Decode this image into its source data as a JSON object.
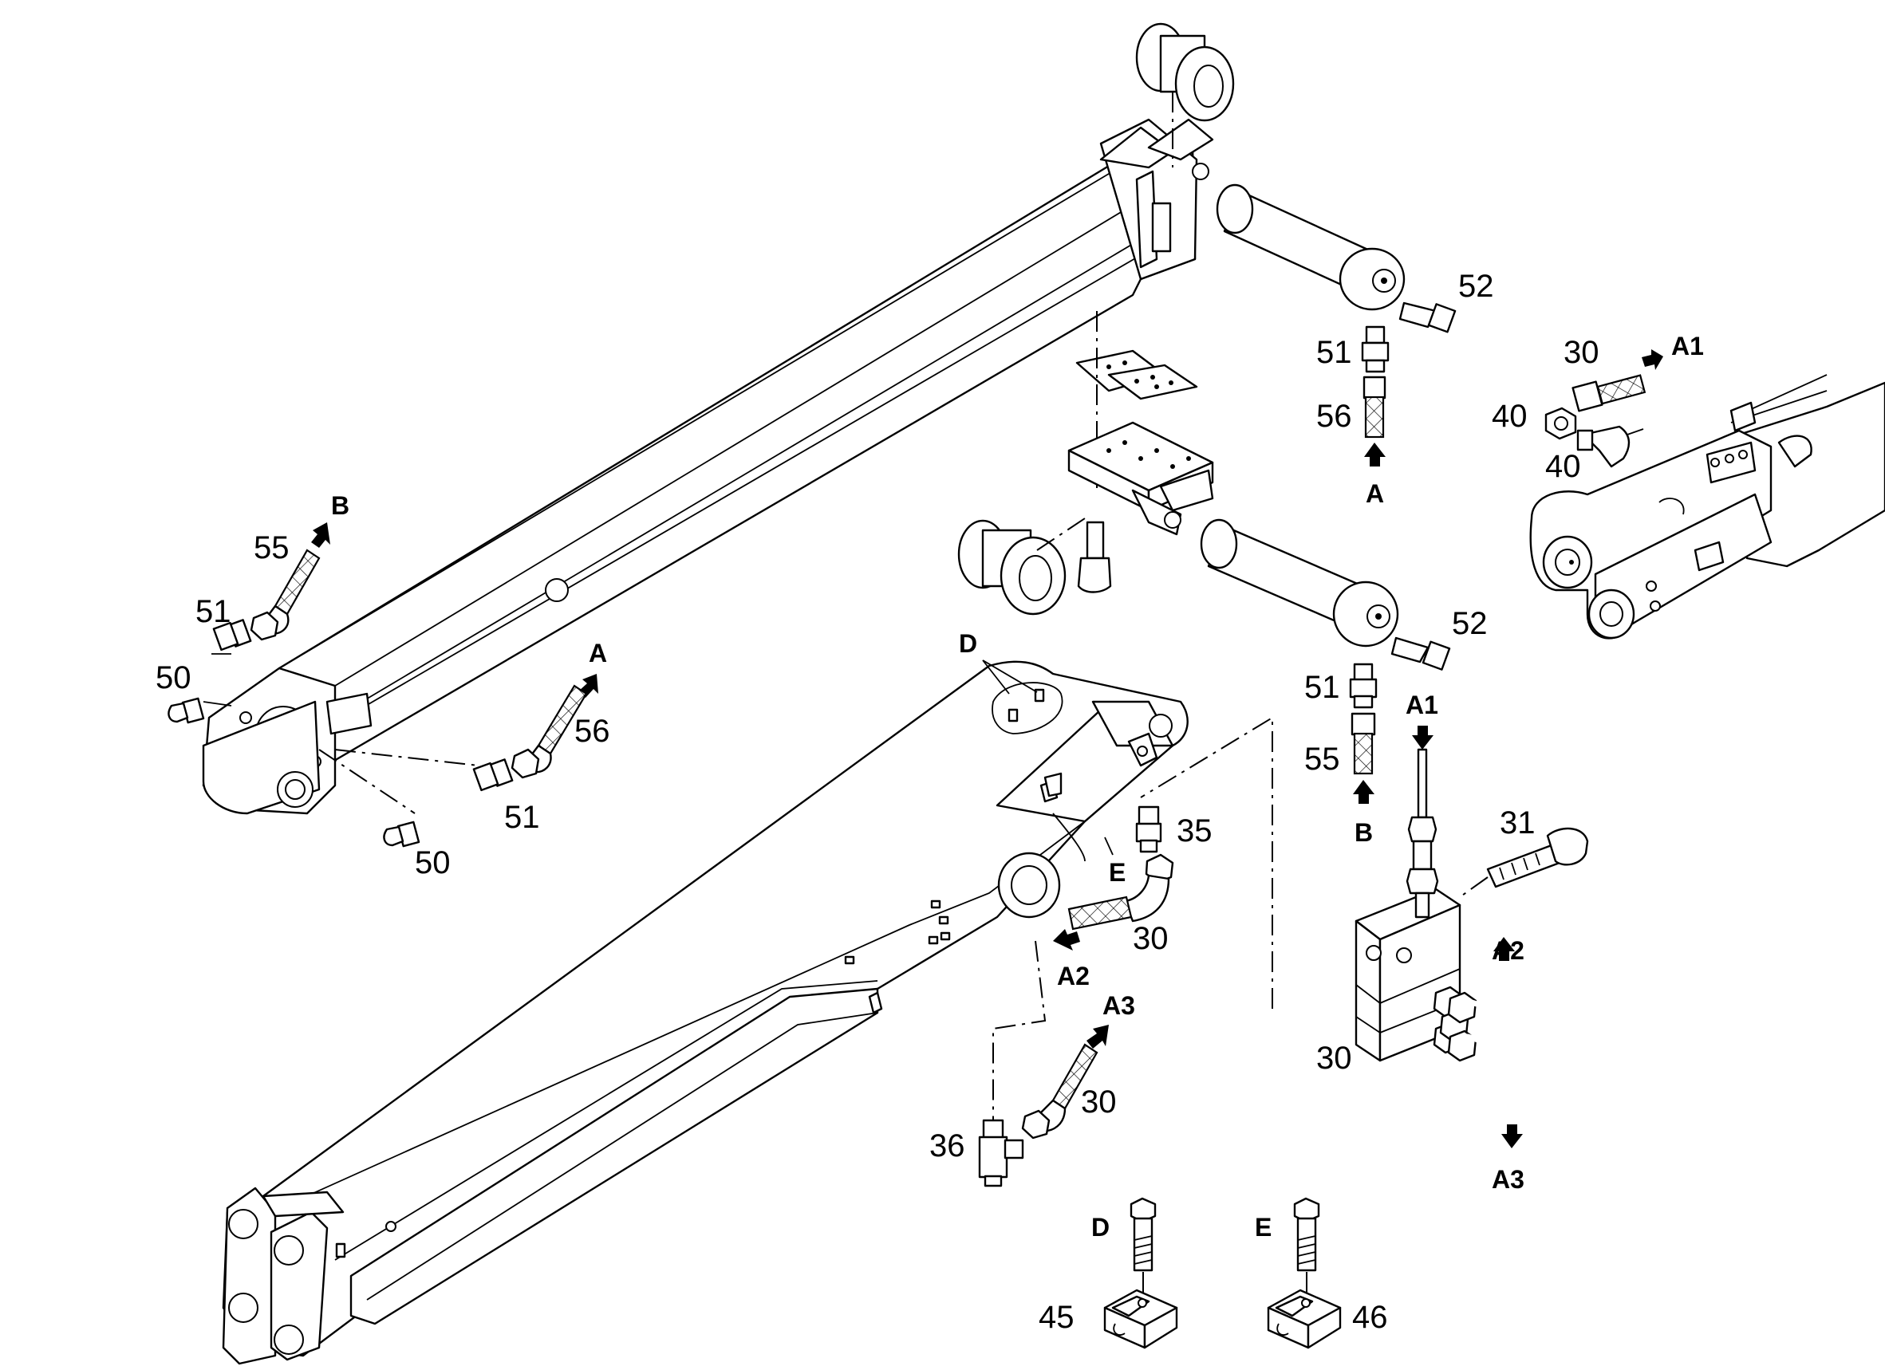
{
  "diagram": {
    "callouts": {
      "c52_top": "52",
      "c51_top": "51",
      "c56_top": "56",
      "cA_top": "A",
      "c30_a1": "30",
      "cA1_top": "A1",
      "c40_a": "40",
      "c40_b": "40",
      "cB_left": "B",
      "c55_left": "55",
      "c51_left": "51",
      "c50_left": "50",
      "cA_mid": "A",
      "c56_mid": "56",
      "c51_mid": "51",
      "c50_bot": "50",
      "c52_mid": "52",
      "c51_right": "51",
      "c55_right": "55",
      "cB_right": "B",
      "cA1_block": "A1",
      "c31": "31",
      "cD_top": "D",
      "cE": "E",
      "c35": "35",
      "c30_mid": "30",
      "cA2_left": "A2",
      "cA2_right": "A2",
      "cA3_left": "A3",
      "c30_low": "30",
      "c36": "36",
      "c30_block": "30",
      "cA3_right": "A3",
      "cD_bot": "D",
      "cE_bot": "E",
      "c45": "45",
      "c46": "46"
    }
  }
}
